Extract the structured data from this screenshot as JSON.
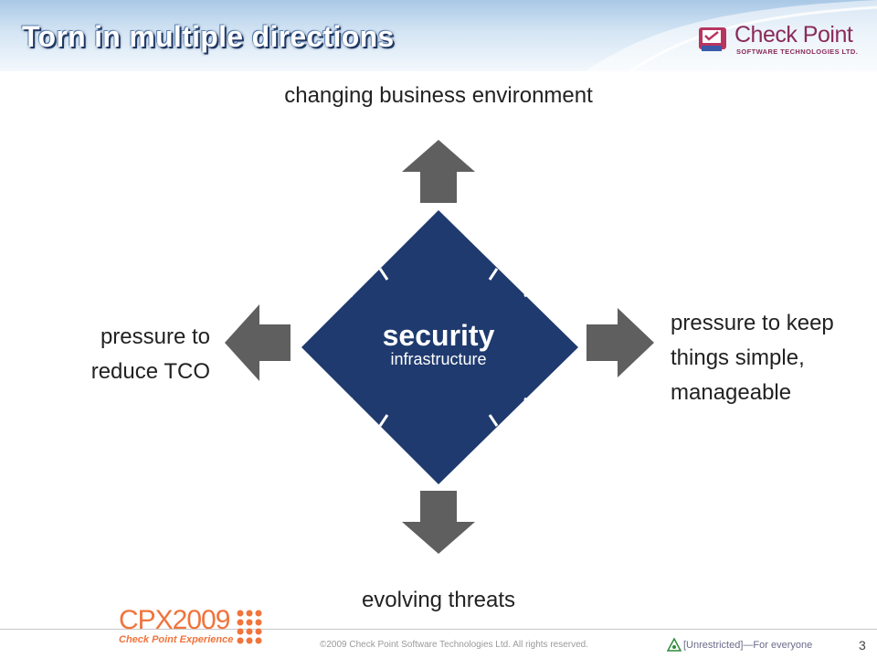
{
  "slide": {
    "title": "Torn in multiple directions",
    "page_number": "3"
  },
  "brand": {
    "name": "Check Point",
    "tagline": "SOFTWARE TECHNOLOGIES LTD."
  },
  "diagram": {
    "center_main": "security",
    "center_sub": "infrastructure",
    "top_label": "changing business environment",
    "left_label": "pressure to reduce TCO",
    "right_label": "pressure to keep things simple, manageable",
    "bottom_label": "evolving threats"
  },
  "footer": {
    "event_name": "CPX2009",
    "event_subtitle": "Check Point Experience",
    "copyright": "©2009 Check Point Software Technologies Ltd. All rights reserved.",
    "classification": "[Unrestricted]—For everyone"
  },
  "colors": {
    "diamond": "#1f3a6e",
    "arrow": "#5f5f5f",
    "accent_orange": "#f0743c",
    "brand": "#8a2b5a"
  }
}
